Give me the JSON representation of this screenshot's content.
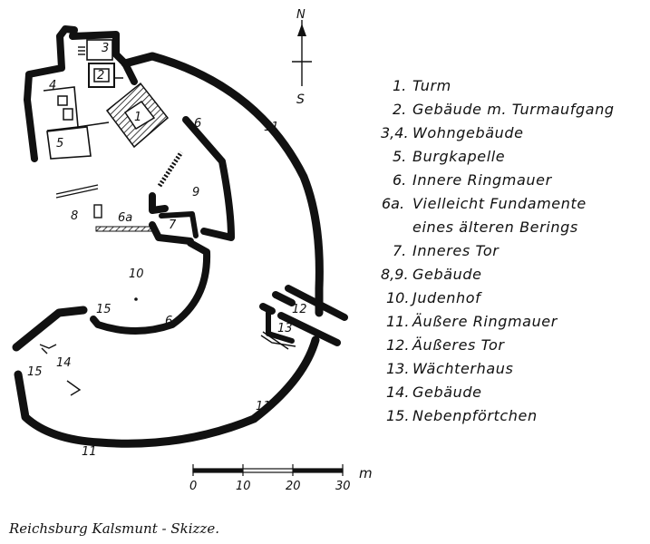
{
  "legend": [
    {
      "num": "1.",
      "text": "Turm"
    },
    {
      "num": "2.",
      "text": "Gebäude m. Turmaufgang"
    },
    {
      "num": "3,4.",
      "text": "Wohngebäude"
    },
    {
      "num": "5.",
      "text": "Burgkapelle"
    },
    {
      "num": "6.",
      "text": "Innere Ringmauer"
    },
    {
      "num": "6a.",
      "text": "Vielleicht Fundamente"
    },
    {
      "num": "",
      "text": "eines älteren Berings"
    },
    {
      "num": "7.",
      "text": "Inneres Tor"
    },
    {
      "num": "8,9.",
      "text": "Gebäude"
    },
    {
      "num": "10.",
      "text": "Judenhof"
    },
    {
      "num": "11.",
      "text": "Äußere Ringmauer"
    },
    {
      "num": "12.",
      "text": "Äußeres Tor"
    },
    {
      "num": "13.",
      "text": "Wächterhaus"
    },
    {
      "num": "14.",
      "text": "Gebäude"
    },
    {
      "num": "15.",
      "text": "Nebenpförtchen"
    }
  ],
  "map_labels": {
    "l1": "1",
    "l2": "2",
    "l3": "3",
    "l4": "4",
    "l5": "5",
    "l6a": "6",
    "l6b": "6",
    "l6c": "6a",
    "l7": "7",
    "l8": "8",
    "l9": "9",
    "l10": "10",
    "l11a": "11",
    "l11b": "11",
    "l11c": "11",
    "l12": "12",
    "l13": "13",
    "l14": "14",
    "l15a": "15",
    "l15b": "15"
  },
  "compass": {
    "north": "N",
    "south": "S"
  },
  "scale": {
    "ticks": [
      "0",
      "10",
      "20",
      "30"
    ],
    "unit": "m"
  },
  "caption": "Reichsburg Kalsmunt - Skizze."
}
